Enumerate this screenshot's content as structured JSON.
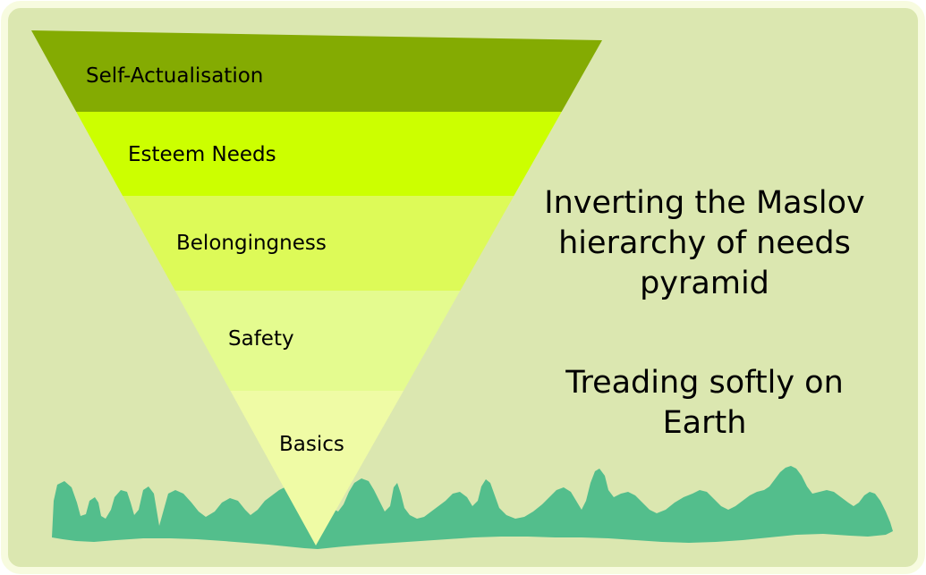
{
  "palette": {
    "page_background": "#ffffff",
    "card_background": "#dbe7b0",
    "card_border": "#f7fbdf",
    "text": "#000000"
  },
  "pyramid": {
    "orientation": "inverted",
    "layers": [
      {
        "label": "Self-Actualisation",
        "color": "#84ab02"
      },
      {
        "label": "Esteem Needs",
        "color": "#ccff00"
      },
      {
        "label": "Belongingness",
        "color": "#ddfa58"
      },
      {
        "label": "Safety",
        "color": "#e4fb8f"
      },
      {
        "label": "Basics",
        "color": "#effba5"
      }
    ]
  },
  "grass": {
    "color": "#53be8c"
  },
  "caption": {
    "title": "Inverting the Maslov hierarchy of needs pyramid",
    "title_lines": [
      "Inverting the Maslov",
      "hierarchy of needs",
      "pyramid"
    ],
    "subtitle": "Treading softly on Earth",
    "subtitle_lines": [
      "Treading softly on",
      "Earth"
    ]
  }
}
